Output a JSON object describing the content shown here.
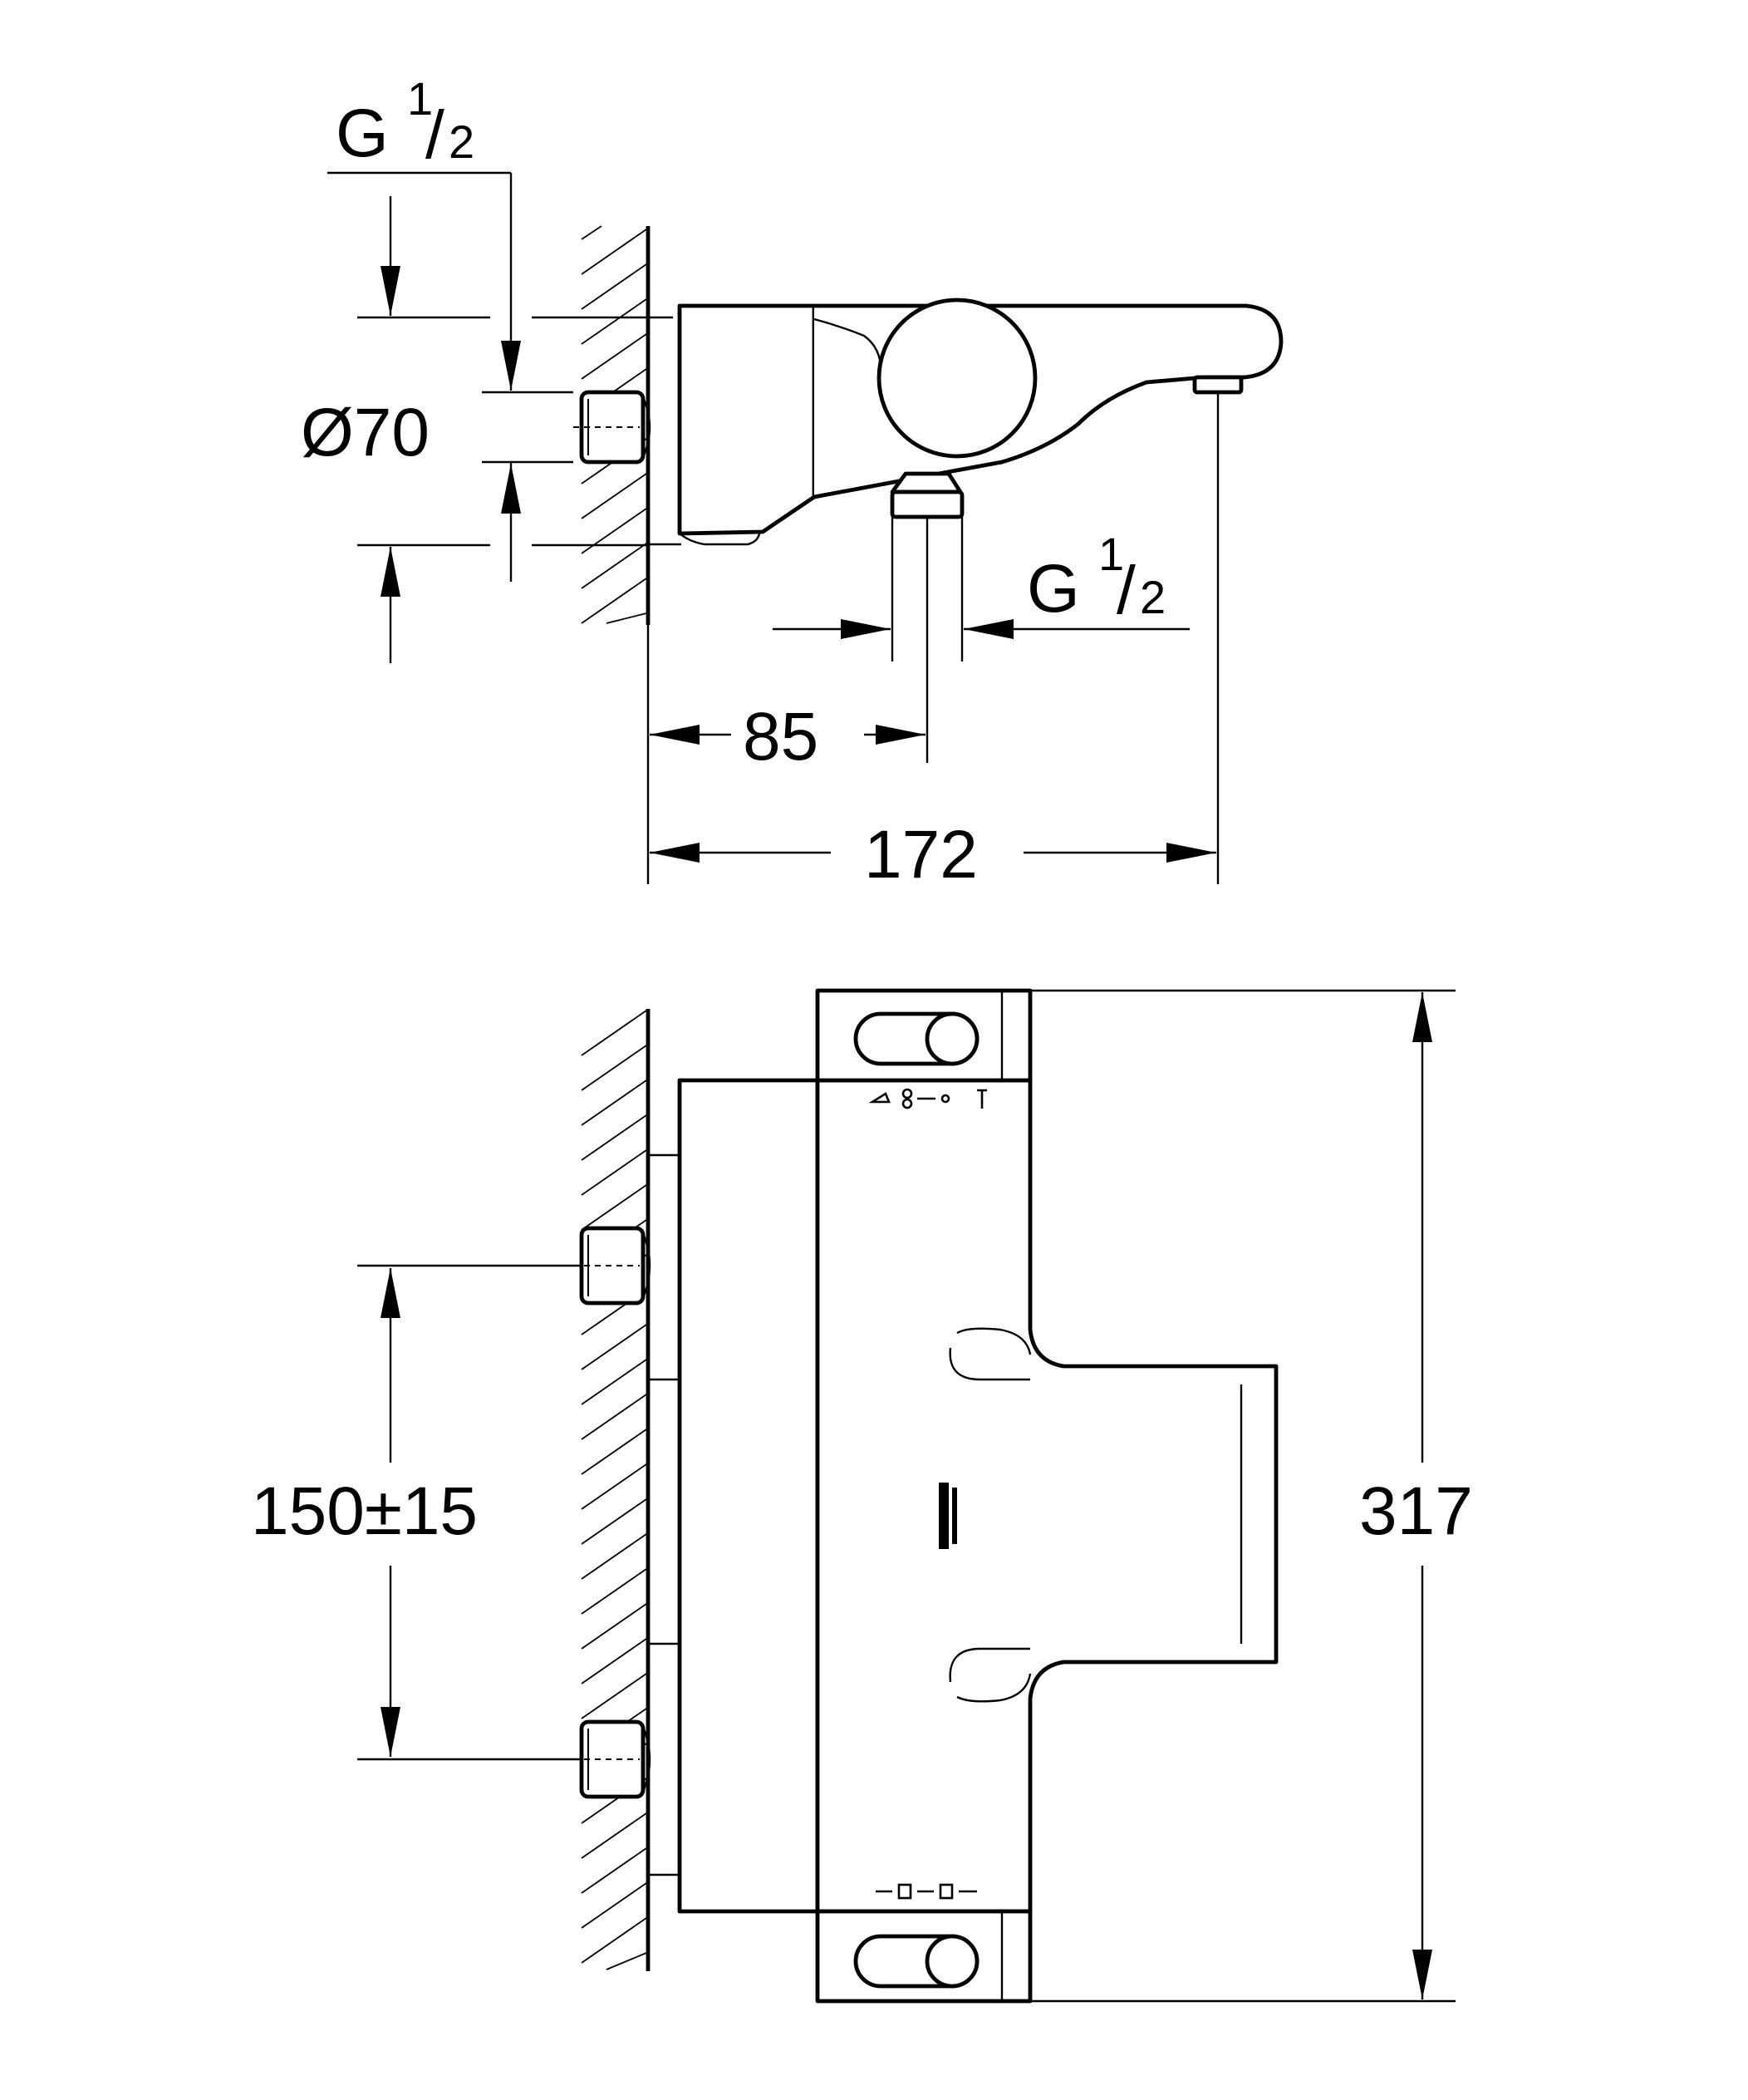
{
  "side_view": {
    "thread_top": {
      "base": "G",
      "num": "1",
      "den": "2"
    },
    "diameter": "Ø70",
    "thread_outlet": {
      "base": "G",
      "num": "1",
      "den": "2"
    },
    "dim_outlet": "85",
    "dim_depth": "172"
  },
  "front_view": {
    "dim_centres": "150±15",
    "dim_height": "317"
  },
  "icons": [
    "wall-hatch-icon",
    "grohe-logo-icon",
    "flow-symbol-icon",
    "temperature-symbol-icon"
  ]
}
